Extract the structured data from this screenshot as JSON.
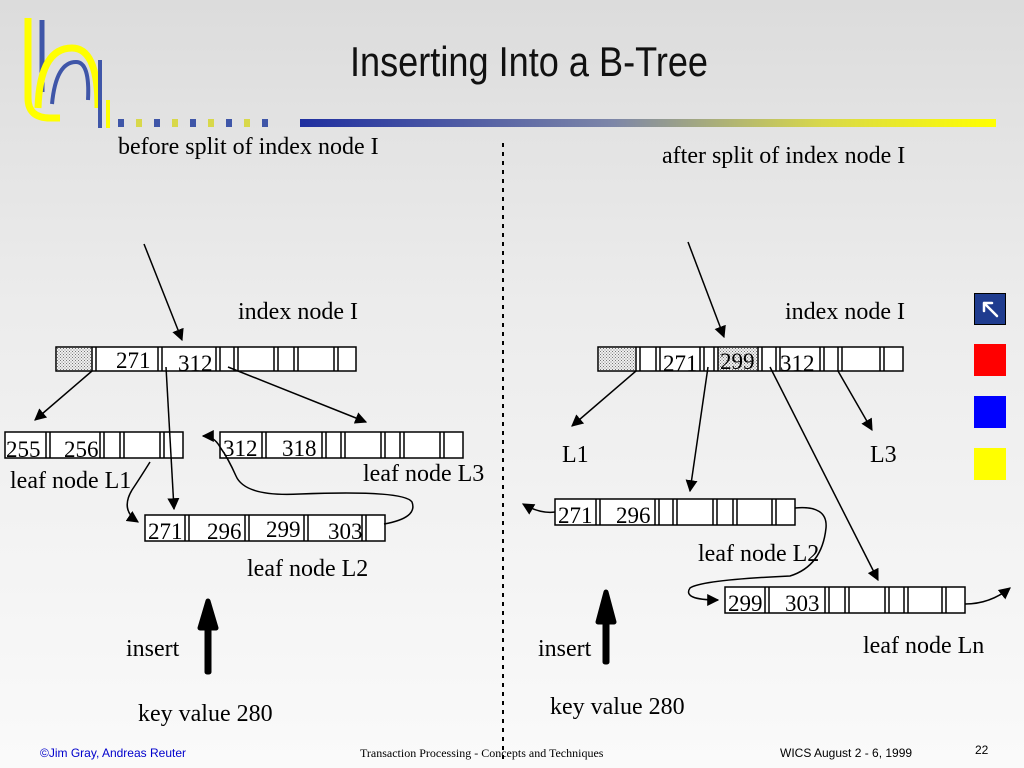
{
  "title": "Inserting Into a B-Tree",
  "left": {
    "caption": "before split of index node I",
    "index_label": "index node I",
    "index_keys": [
      "271",
      "312"
    ],
    "leaf_L1_keys": [
      "255",
      "256"
    ],
    "leaf_L1_label": "leaf node L1",
    "leaf_L3_keys": [
      "312",
      "318"
    ],
    "leaf_L3_label": "leaf node L3",
    "leaf_L2_keys": [
      "271",
      "296",
      "299",
      "303"
    ],
    "leaf_L2_label": "leaf node L2",
    "insert_label": "insert",
    "key_value": "key value 280"
  },
  "right": {
    "caption": "after split of index node I",
    "index_label": "index node I",
    "index_keys": [
      "271",
      "299",
      "312"
    ],
    "L1_label": "L1",
    "L3_label": "L3",
    "leaf_L2_keys": [
      "271",
      "296"
    ],
    "leaf_L2_label": "leaf node L2",
    "leaf_Ln_keys": [
      "299",
      "303"
    ],
    "leaf_Ln_label": "leaf node Ln",
    "insert_label": "insert",
    "key_value": "key value 280"
  },
  "footer": {
    "left": "©Jim Gray, Andreas Reuter",
    "center": "Transaction Processing - Concepts and Techniques",
    "right": "WICS August 2 - 6, 1999",
    "page": "22"
  },
  "colors": {
    "logo_yellow": "#ffff00",
    "logo_blue": "#3f56a8",
    "swatch_red": "#ff0000",
    "swatch_blue": "#0000ff",
    "swatch_yellow": "#ffff00",
    "icon_bg": "#1f3c8f"
  },
  "icons": [
    "return-arrow-icon"
  ]
}
